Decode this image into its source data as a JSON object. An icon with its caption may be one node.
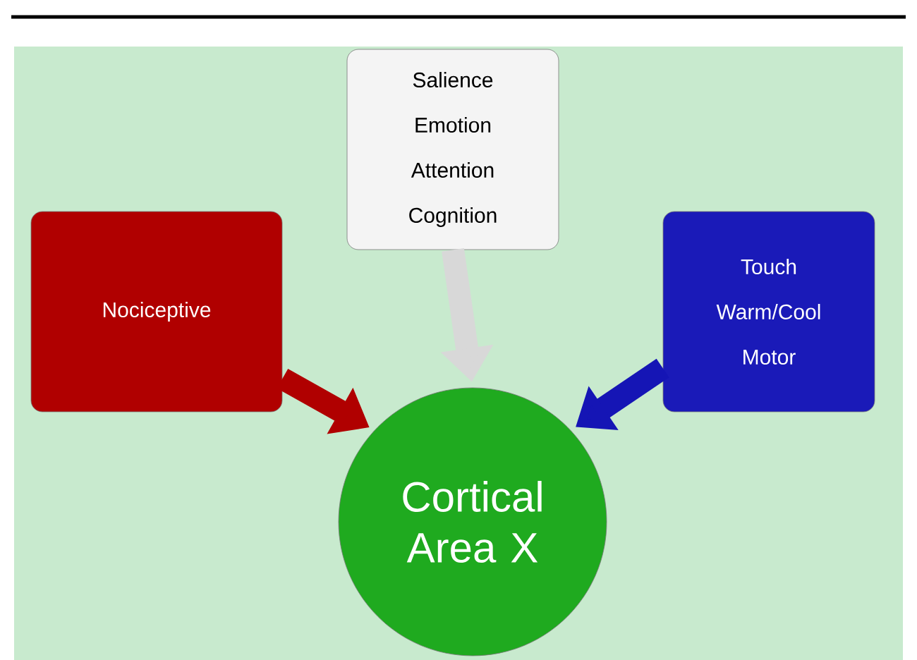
{
  "diagram": {
    "nodes": [
      {
        "text": [
          "Nociceptive"
        ]
      },
      {
        "text": [
          "Salience Emotion Attention Cognition"
        ]
      },
      {
        "text": [
          "Touch Warm/Cool Motor"
        ]
      },
      {
        "text": [
          "Cortical Area X"
        ]
      }
    ],
    "edges": [
      {
        "from": 0,
        "to": 3,
        "arrow": "to",
        "color": "#b00000"
      },
      {
        "from": 1,
        "to": 3,
        "arrow": "to",
        "color": "#d8d8d8"
      },
      {
        "from": 2,
        "to": 3,
        "arrow": "to",
        "color": "#1515b5"
      }
    ]
  }
}
